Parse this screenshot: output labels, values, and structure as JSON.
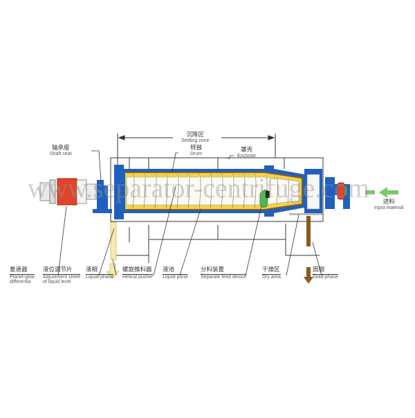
{
  "diagram": {
    "type": "decanter-centrifuge-schematic",
    "watermark": "www.separator-centrifuge.com",
    "colors": {
      "frame_blue": "#1f5fbf",
      "bowl_yellow": "#f2d34a",
      "solids_brown": "#8a5a1e",
      "gear_red": "#e0442a",
      "feed_green": "#4fb84f",
      "liquid_pale": "#f7eab0",
      "line": "#333333"
    },
    "labels": {
      "settling_zone": {
        "cn": "沉降区",
        "en": "Settling zone"
      },
      "drum": {
        "cn": "转鼓",
        "en": "Drum"
      },
      "encloser": {
        "cn": "罩壳",
        "en": "Encloser"
      },
      "shaft_seat": {
        "cn": "轴承座",
        "en": "Shaft seat"
      },
      "input_material": {
        "cn": "进料",
        "en": "Input material"
      },
      "planet_gear": {
        "cn": "差速器",
        "en": "Planet-gear",
        "en2": "differentia"
      },
      "adjustment_sheet": {
        "cn": "液位调节片",
        "en": "Adjustment sheet",
        "en2": "of liquid level"
      },
      "liquid_phase": {
        "cn": "液相",
        "en": "Liquid-phase"
      },
      "helical_pusher": {
        "cn": "螺旋推料器",
        "en": "Helical pusher"
      },
      "liquid_pond": {
        "cn": "液池",
        "en": "Liquid pond"
      },
      "separate_feed": {
        "cn": "分料装置",
        "en": "Separate feed device"
      },
      "dry_area": {
        "cn": "干燥区",
        "en": "Dry area"
      },
      "solid_phase": {
        "cn": "固相",
        "en": "Solid-phase"
      }
    }
  }
}
